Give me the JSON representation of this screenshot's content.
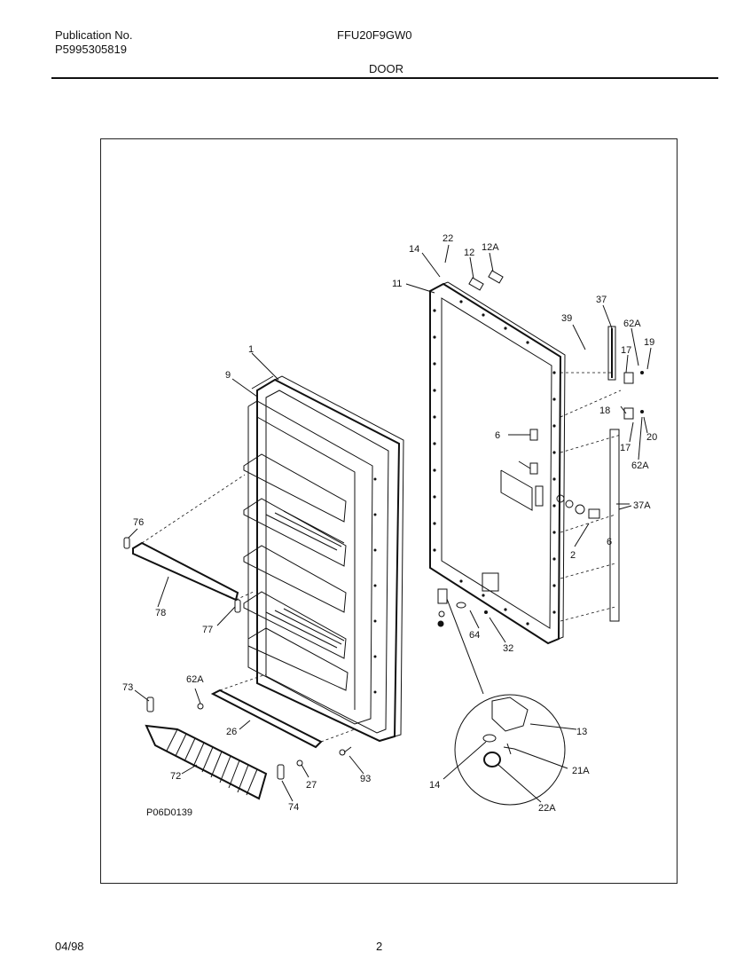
{
  "header": {
    "publication_label": "Publication No.",
    "publication_number": "P5995305819",
    "model": "FFU20F9GW0",
    "section": "DOOR"
  },
  "footer": {
    "date": "04/98",
    "page": "2"
  },
  "diagram": {
    "figure_code": "P06D0139",
    "callouts": [
      "1",
      "9",
      "76",
      "78",
      "77",
      "73",
      "62A",
      "26",
      "72",
      "27",
      "74",
      "93",
      "14",
      "22",
      "12",
      "12A",
      "11",
      "39",
      "37",
      "62A",
      "19",
      "17",
      "18",
      "20",
      "17",
      "62A",
      "6",
      "6",
      "2",
      "37A",
      "64",
      "32",
      "13",
      "21A",
      "14",
      "22A"
    ]
  }
}
